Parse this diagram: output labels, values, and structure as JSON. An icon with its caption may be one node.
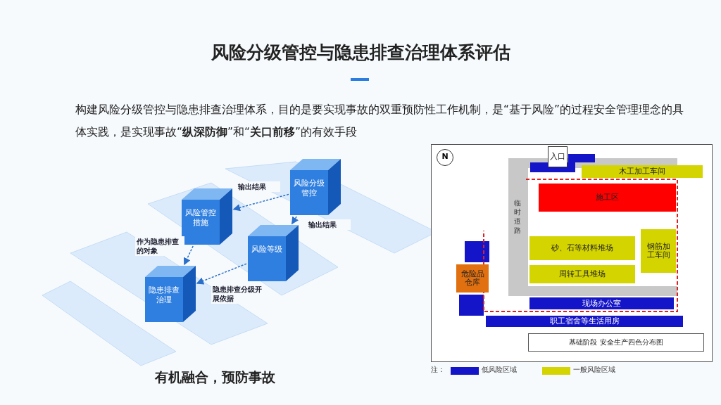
{
  "diagram": {
    "title": "风险分级管控与隐患排查治理体系评估",
    "nodes": [
      {
        "text": [
          "风险分级管控"
        ]
      },
      {
        "text": [
          "风险管控措施"
        ]
      },
      {
        "text": [
          "风险等级"
        ]
      },
      {
        "text": [
          "隐患排查治理"
        ]
      },
      {
        "text": [
          "入口"
        ]
      },
      {
        "text": [
          "木工加工车间"
        ]
      },
      {
        "text": [
          "施工区"
        ]
      },
      {
        "text": [
          "砂、石等材料堆场"
        ]
      },
      {
        "text": [
          "钢筋加工车间"
        ]
      },
      {
        "text": [
          "周转工具堆场"
        ]
      },
      {
        "text": [
          "危险品仓库"
        ]
      },
      {
        "text": [
          "现场办公室"
        ]
      },
      {
        "text": [
          "职工宿舍等生活用房"
        ]
      },
      {
        "text": [
          "基础阶段 安全生产四色分布图"
        ]
      }
    ],
    "edges": [
      {
        "from": 0,
        "to": 1,
        "arrow": "to",
        "label": "输出结果",
        "style": "dashed"
      },
      {
        "from": 0,
        "to": 2,
        "arrow": "to",
        "label": "输出结果",
        "style": "dashed"
      },
      {
        "from": 1,
        "to": 3,
        "arrow": "to",
        "label": "作为隐患排查的对象",
        "style": "dashed"
      },
      {
        "from": 2,
        "to": 3,
        "arrow": "to",
        "label": "隐患排查分级开展依据",
        "style": "dashed"
      }
    ],
    "labels": [
      "构建风险分级管控与隐患排查治理体系，目的是要实现事故的双重预防性工作机制，是“基于风险”的过程安全管理理念的具体实践，是实现事故“**纵深防御**”和“**关口前移**”的有效手段",
      "N",
      "临时道路",
      "注：",
      "有机融合，预防事故"
    ],
    "legend": [
      {
        "text": "低风险区域",
        "color": "#1414c8"
      },
      {
        "text": "一般风险区域",
        "color": "#d4d400"
      }
    ]
  }
}
